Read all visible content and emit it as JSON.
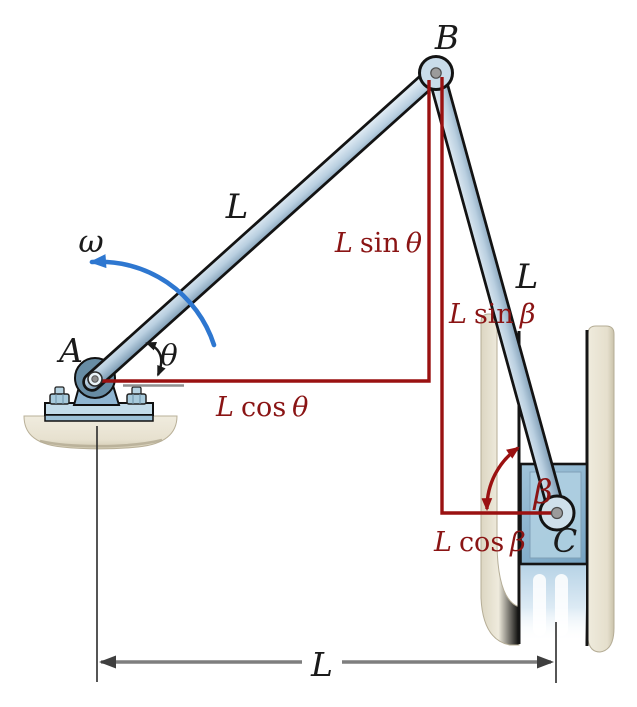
{
  "figure": {
    "description": "Crank-slider linkage kinematics diagram",
    "joints": {
      "a": "A",
      "b": "B",
      "c": "C"
    },
    "links": {
      "ab_length": "L",
      "bc_length": "L",
      "base_span": "L"
    },
    "angles": {
      "theta": "θ",
      "beta": "β",
      "omega": "ω"
    },
    "dimensions": {
      "l_sin_theta": {
        "l": "L",
        "fn": "sin",
        "sym": "θ"
      },
      "l_cos_theta": {
        "l": "L",
        "fn": "cos",
        "sym": "θ"
      },
      "l_sin_beta": {
        "l": "L",
        "fn": "sin",
        "sym": "β"
      },
      "l_cos_beta": {
        "l": "L",
        "fn": "cos",
        "sym": "β"
      }
    },
    "colors": {
      "dimension_red": "#9a1111",
      "dimension_text_red": "#8a1414",
      "omega_arrow_blue": "#2e77d0",
      "link_blue": "#b9cfe0",
      "piston_blue": "#8fb6cf",
      "guide_wall_cream": "#e9e4d4",
      "outline_black": "#141414",
      "dim_line_gray": "#7e7e7e"
    }
  }
}
